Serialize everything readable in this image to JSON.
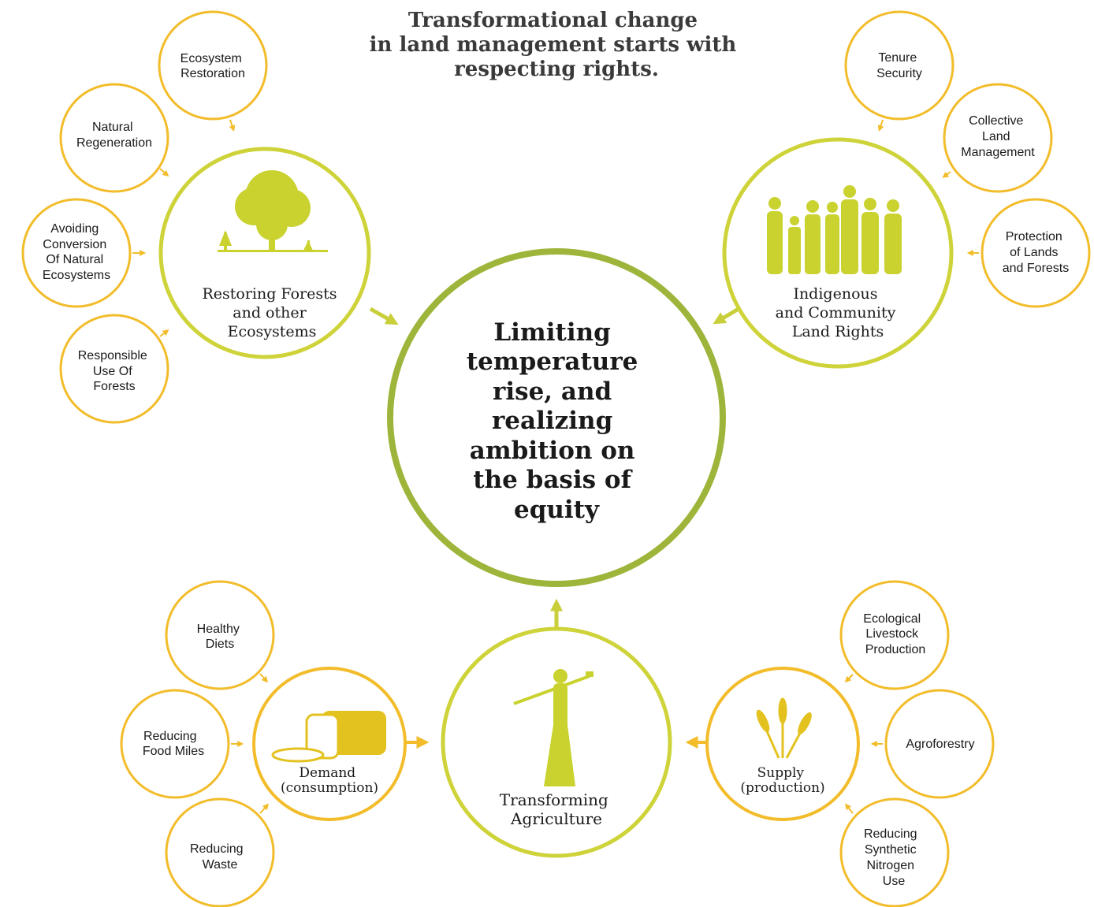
{
  "title": {
    "lines": [
      "Transformational change",
      "in land management starts with",
      "respecting rights."
    ]
  },
  "center": {
    "lines": [
      "Limiting",
      "temperature",
      "rise, and",
      "realizing",
      "ambition on",
      "the basis of",
      "equity"
    ]
  },
  "hubs": {
    "forests": {
      "lines": [
        "Restoring Forests",
        "and other",
        "Ecosystems"
      ],
      "icon": "tree-icon"
    },
    "rights": {
      "lines": [
        "Indigenous",
        "and Community",
        "Land Rights"
      ],
      "icon": "people-icon"
    },
    "agriculture": {
      "lines": [
        "Transforming",
        "Agriculture"
      ],
      "icon": "farmer-icon"
    },
    "demand": {
      "lines": [
        "Demand",
        "(consumption)"
      ],
      "icon": "bread-icon"
    },
    "supply": {
      "lines": [
        "Supply",
        "(production)"
      ],
      "icon": "wheat-icon"
    }
  },
  "satellites": {
    "ecosystem_restoration": [
      "Ecosystem",
      "Restoration"
    ],
    "natural_regeneration": [
      "Natural",
      "Regeneration"
    ],
    "avoiding_conversion": [
      "Avoiding",
      "Conversion",
      "Of Natural",
      "Ecosystems"
    ],
    "responsible_use": [
      "Responsible",
      "Use Of",
      "Forests"
    ],
    "tenure_security": [
      "Tenure",
      "Security"
    ],
    "collective_land": [
      "Collective",
      "Land",
      "Management"
    ],
    "protection_lands": [
      "Protection",
      "of Lands",
      "and Forests"
    ],
    "healthy_diets": [
      "Healthy",
      "Diets"
    ],
    "reducing_food_miles": [
      "Reducing",
      "Food Miles"
    ],
    "reducing_waste": [
      "Reducing",
      "Waste"
    ],
    "ecological_livestock": [
      "Ecological",
      "Livestock",
      "Production"
    ],
    "agroforestry": [
      "Agroforestry"
    ],
    "reducing_nitrogen": [
      "Reducing",
      "Synthetic",
      "Nitrogen",
      "Use"
    ]
  },
  "colors": {
    "title": "#3a3a3a",
    "center_ring": "#9db53a",
    "hub_ring": "#cfd33a",
    "satellite_ring": "#f2bc2a",
    "arrow_gold": "#f2bc2a",
    "arrow_green": "#c8cf3a",
    "icon_green": "#c9d22e",
    "icon_gold": "#e3c21f",
    "text": "#1a1a1a"
  }
}
